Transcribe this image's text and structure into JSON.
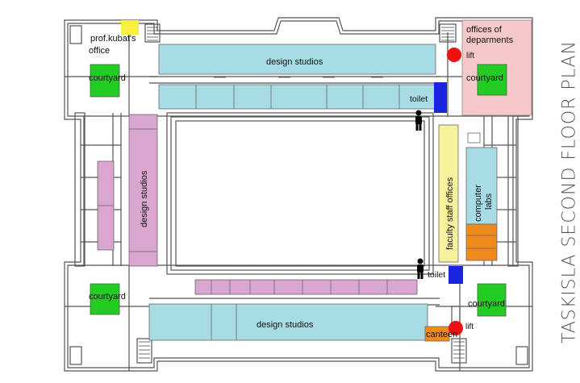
{
  "title": "TASKISLA SECOND FLOOR PLAN",
  "colors": {
    "design_studio_blue": "#a8dce4",
    "design_studio_purple": "#d8a6cf",
    "faculty_yellow": "#f6f29c",
    "computer_labs_blue": "#a8dce4",
    "orange": "#f08a1c",
    "courtyard_green": "#22cc22",
    "toilet_blue": "#1a23e0",
    "lift_red": "#ee1111",
    "offices_pink": "#f6c9c9",
    "prof_office_yellow": "#f6f040",
    "wall": "#555555"
  },
  "labels": {
    "prof_office": [
      "prof.kubat's",
      "office"
    ],
    "courtyard_tl": "courtyard",
    "courtyard_tr": "courtyard",
    "courtyard_bl": "courtyard",
    "courtyard_br": "courtyard",
    "offices": [
      "offices of",
      "deparments"
    ],
    "lift_top": "lift",
    "lift_bottom": "lift",
    "toilet_top": "toilet",
    "toilet_bottom": "toilet",
    "design_studios_top": "design studios",
    "design_studios_left": "design studios",
    "design_studios_bottom": "design studios",
    "faculty": "faculty staff offices",
    "computer_labs": [
      "computer",
      "labs"
    ],
    "canteen": "canteen"
  },
  "icons": [
    "person-icon",
    "person-icon",
    "courtyard-tree-icon"
  ]
}
